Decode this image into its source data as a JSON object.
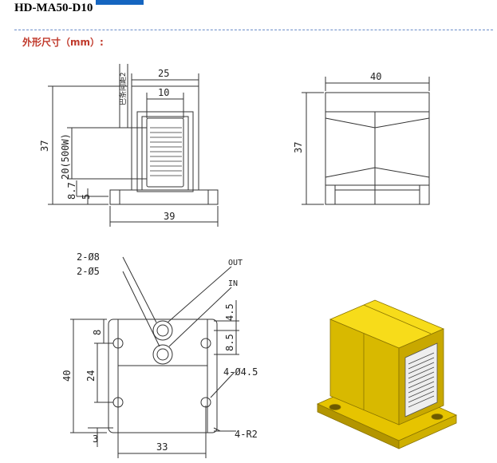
{
  "header": {
    "model": "HD-MA50-D10"
  },
  "section": {
    "title": "外形尺寸（mm）:"
  },
  "front_view": {
    "dim_width_top": "25",
    "dim_inner": "10",
    "dim_height": "37",
    "dim_slot_height": "20(500W)",
    "dim_base": "8.7",
    "dim_foot": "5",
    "dim_base_width": "39",
    "label_bar_spacing": "巴条间距2"
  },
  "side_view": {
    "dim_length": "40",
    "dim_height": "37"
  },
  "bottom_view": {
    "label_hole_8": "2-Ø8",
    "label_hole_5": "2-Ø5",
    "label_out": "OUT",
    "label_in": "IN",
    "dim_4_5": "4.5",
    "dim_8_5": "8.5",
    "dim_8": "8",
    "dim_40": "40",
    "dim_24": "24",
    "label_mount": "4-Ø4.5",
    "dim_3": "3",
    "dim_33": "33",
    "label_radius": "4-R2"
  },
  "colors": {
    "body_yellow": "#f4d60f",
    "shade_yellow": "#c9a800",
    "line": "#333333",
    "title_red": "#c0392b"
  }
}
